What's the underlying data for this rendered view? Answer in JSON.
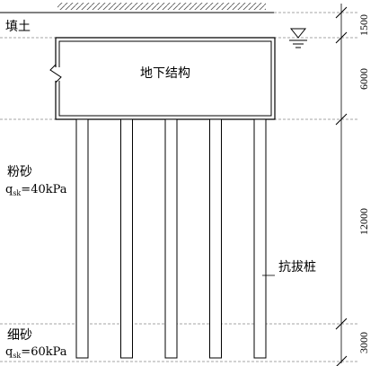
{
  "labels": {
    "fill_soil": "填土",
    "underground_structure": "地下结构",
    "silty_sand": "粉砂",
    "silty_sand_q": "40kPa",
    "fine_sand": "细砂",
    "fine_sand_q": "60kPa",
    "q_symbol": "q",
    "q_sub": "sk",
    "uplift_pile": "抗拔桩"
  },
  "dimensions": [
    "1500",
    "6000",
    "12000",
    "3000"
  ],
  "pile_count": 5
}
